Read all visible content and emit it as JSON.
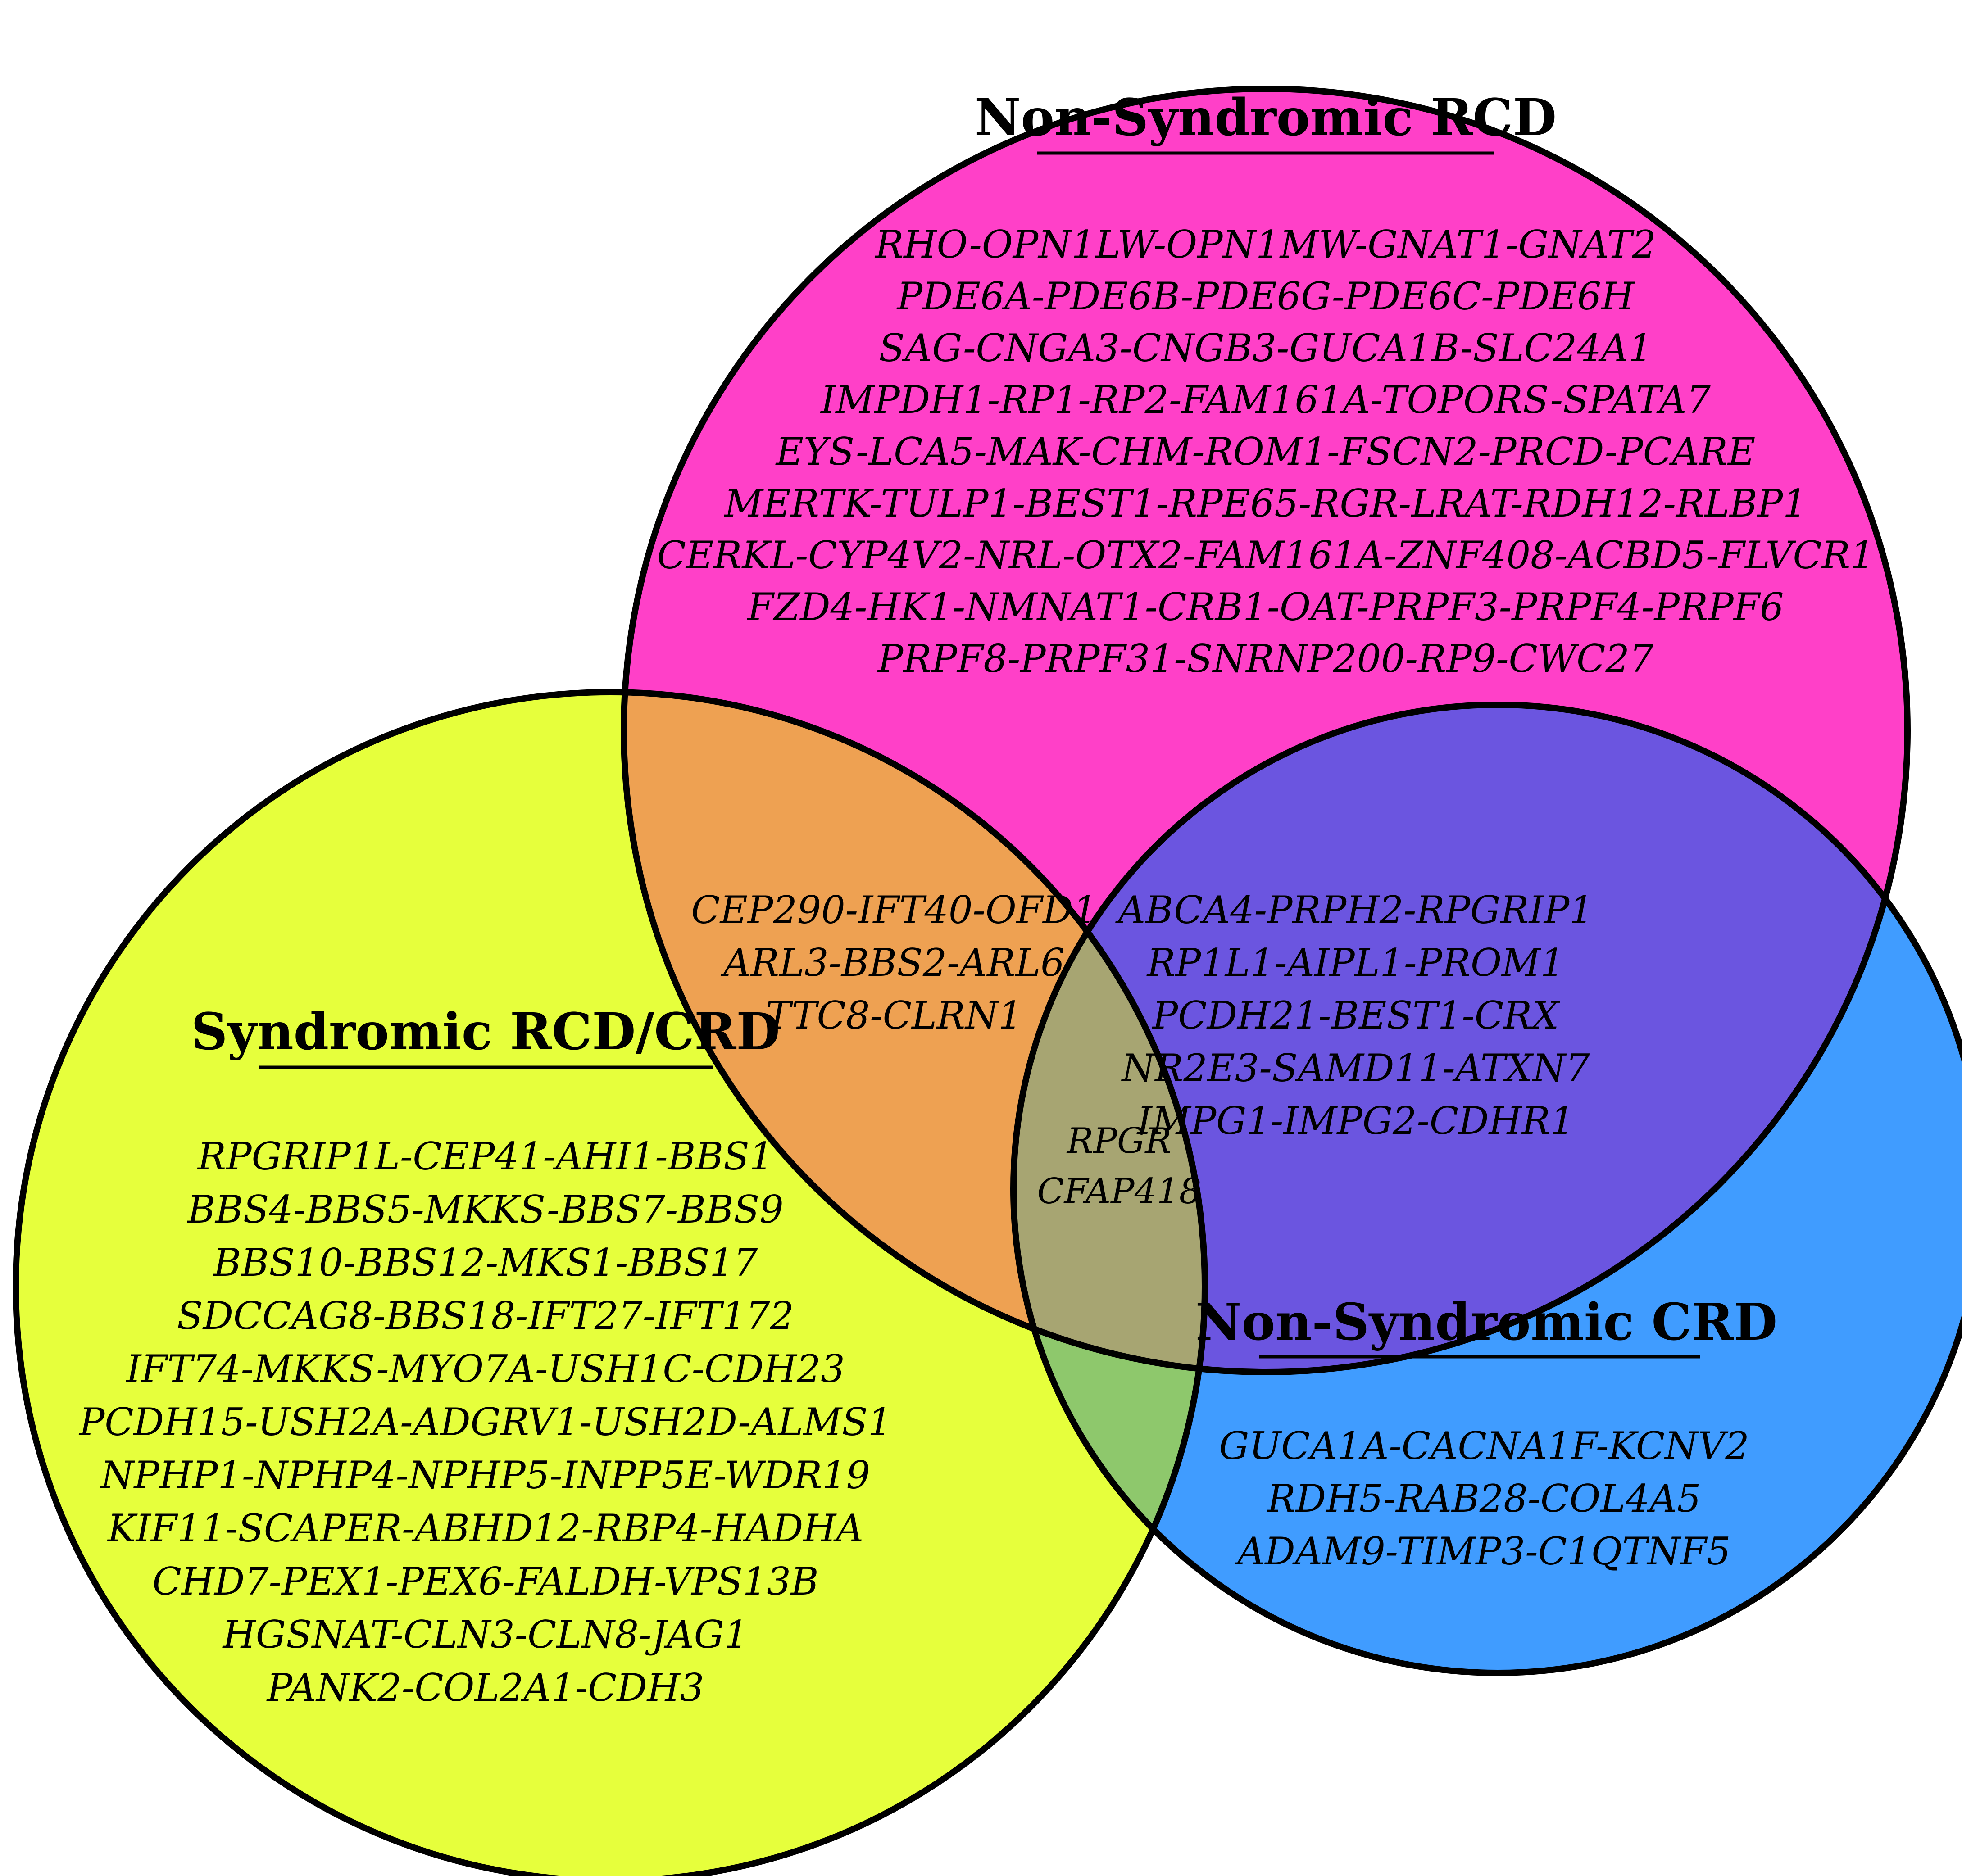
{
  "colors": {
    "non_syndromic_rcd": "#ff40c8",
    "syndromic": "#e6ff3c",
    "non_syndromic_crd": "#409cff",
    "rcd_syndromic_overlap": "#eea152",
    "rcd_crd_overlap": "#6b55e0",
    "syndromic_crd_overlap": "#8ec86c",
    "center_overlap": "#a7a572",
    "outline": "#000000"
  },
  "sets": {
    "non_syndromic_rcd": {
      "title": "Non-Syndromic RCD",
      "genes": [
        "RHO-OPN1LW-OPN1MW-GNAT1-GNAT2",
        "PDE6A-PDE6B-PDE6G-PDE6C-PDE6H",
        "SAG-CNGA3-CNGB3-GUCA1B-SLC24A1",
        "IMPDH1-RP1-RP2-FAM161A-TOPORS-SPATA7",
        "EYS-LCA5-MAK-CHM-ROM1-FSCN2-PRCD-PCARE",
        "MERTK-TULP1-BEST1-RPE65-RGR-LRAT-RDH12-RLBP1",
        "CERKL-CYP4V2-NRL-OTX2-FAM161A-ZNF408-ACBD5-FLVCR1",
        "FZD4-HK1-NMNAT1-CRB1-OAT-PRPF3-PRPF4-PRPF6",
        "PRPF8-PRPF31-SNRNP200-RP9-CWC27"
      ]
    },
    "syndromic": {
      "title": "Syndromic RCD/CRD",
      "genes": [
        "RPGRIP1L-CEP41-AHI1-BBS1",
        "BBS4-BBS5-MKKS-BBS7-BBS9",
        "BBS10-BBS12-MKS1-BBS17",
        "SDCCAG8-BBS18-IFT27-IFT172",
        "IFT74-MKKS-MYO7A-USH1C-CDH23",
        "PCDH15-USH2A-ADGRV1-USH2D-ALMS1",
        "NPHP1-NPHP4-NPHP5-INPP5E-WDR19",
        "KIF11-SCAPER-ABHD12-RBP4-HADHA",
        "CHD7-PEX1-PEX6-FALDH-VPS13B",
        "HGSNAT-CLN3-CLN8-JAG1",
        "PANK2-COL2A1-CDH3"
      ]
    },
    "non_syndromic_crd": {
      "title": "Non-Syndromic CRD",
      "genes": [
        "GUCA1A-CACNA1F-KCNV2",
        "RDH5-RAB28-COL4A5",
        "ADAM9-TIMP3-C1QTNF5"
      ]
    }
  },
  "overlaps": {
    "rcd_syndromic": [
      "CEP290-IFT40-OFD1",
      "ARL3-BBS2-ARL6",
      "TTC8-CLRN1"
    ],
    "rcd_crd": [
      "ABCA4-PRPH2-RPGRIP1",
      "RP1L1-AIPL1-PROM1",
      "PCDH21-BEST1-CRX",
      "NR2E3-SAMD11-ATXN7",
      "IMPG1-IMPG2-CDHR1"
    ],
    "center": [
      "RPGR",
      "CFAP418"
    ]
  }
}
